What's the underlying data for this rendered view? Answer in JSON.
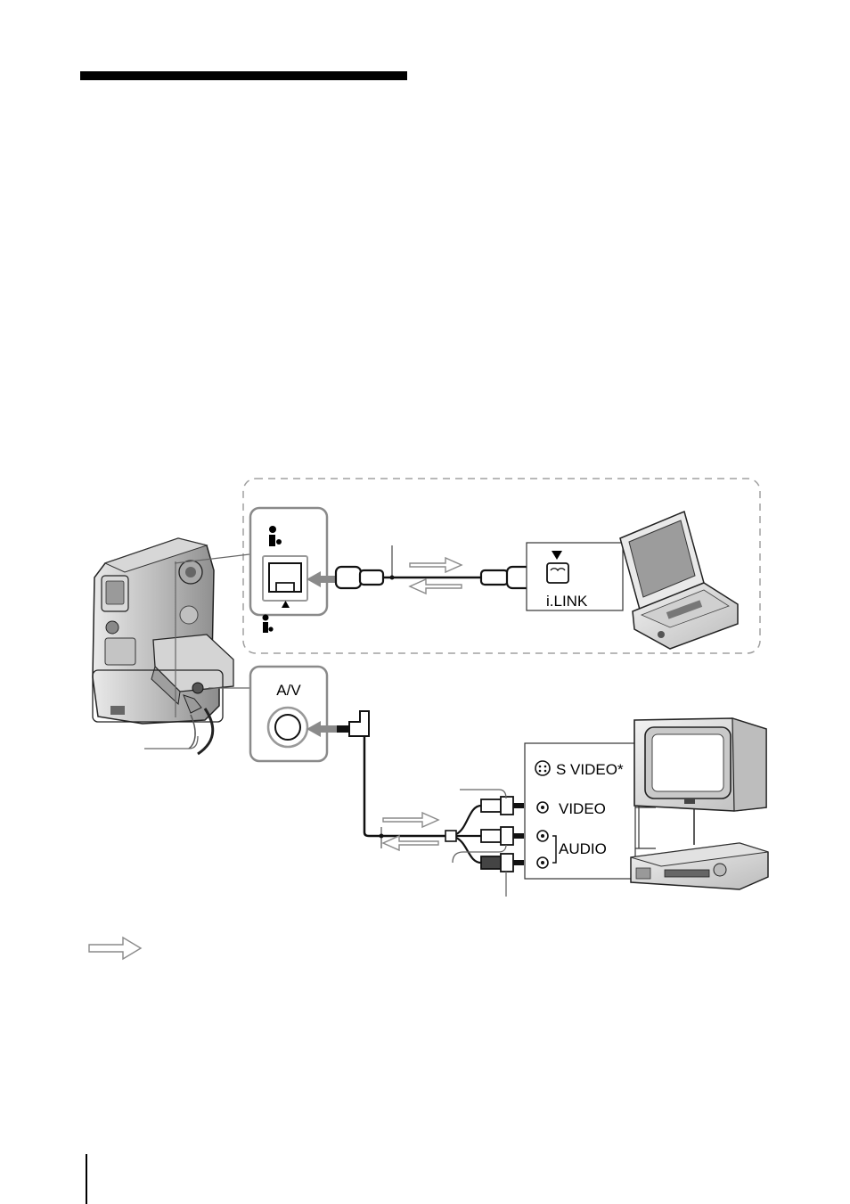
{
  "diagram": {
    "ports": {
      "avjack_label": "A/V",
      "ilink_label": "i.LINK"
    },
    "external_jacks": {
      "svideo": "S VIDEO*",
      "video": "VIDEO",
      "audio": "AUDIO"
    }
  }
}
